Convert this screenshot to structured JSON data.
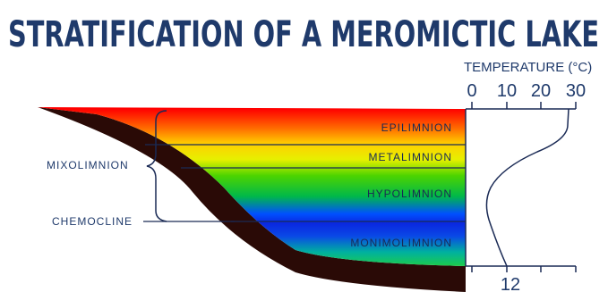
{
  "title": "STRATIFICATION OF A MEROMICTIC LAKE",
  "colors": {
    "title": "#1f3a6b",
    "lake_bed": "#2a0a06",
    "line": "#1a2a55"
  },
  "temperature_axis": {
    "label": "TEMPERATURE (°C)",
    "ticks": [
      "0",
      "10",
      "20",
      "30"
    ],
    "bottom_value": "12"
  },
  "zones": {
    "mixolimnion": "MIXOLIMNION",
    "chemocline": "CHEMOCLINE"
  },
  "layers": [
    {
      "label": "EPILIMNION"
    },
    {
      "label": "METALIMNION"
    },
    {
      "label": "HYPOLIMNION"
    },
    {
      "label": "MONIMOLIMNION"
    }
  ]
}
